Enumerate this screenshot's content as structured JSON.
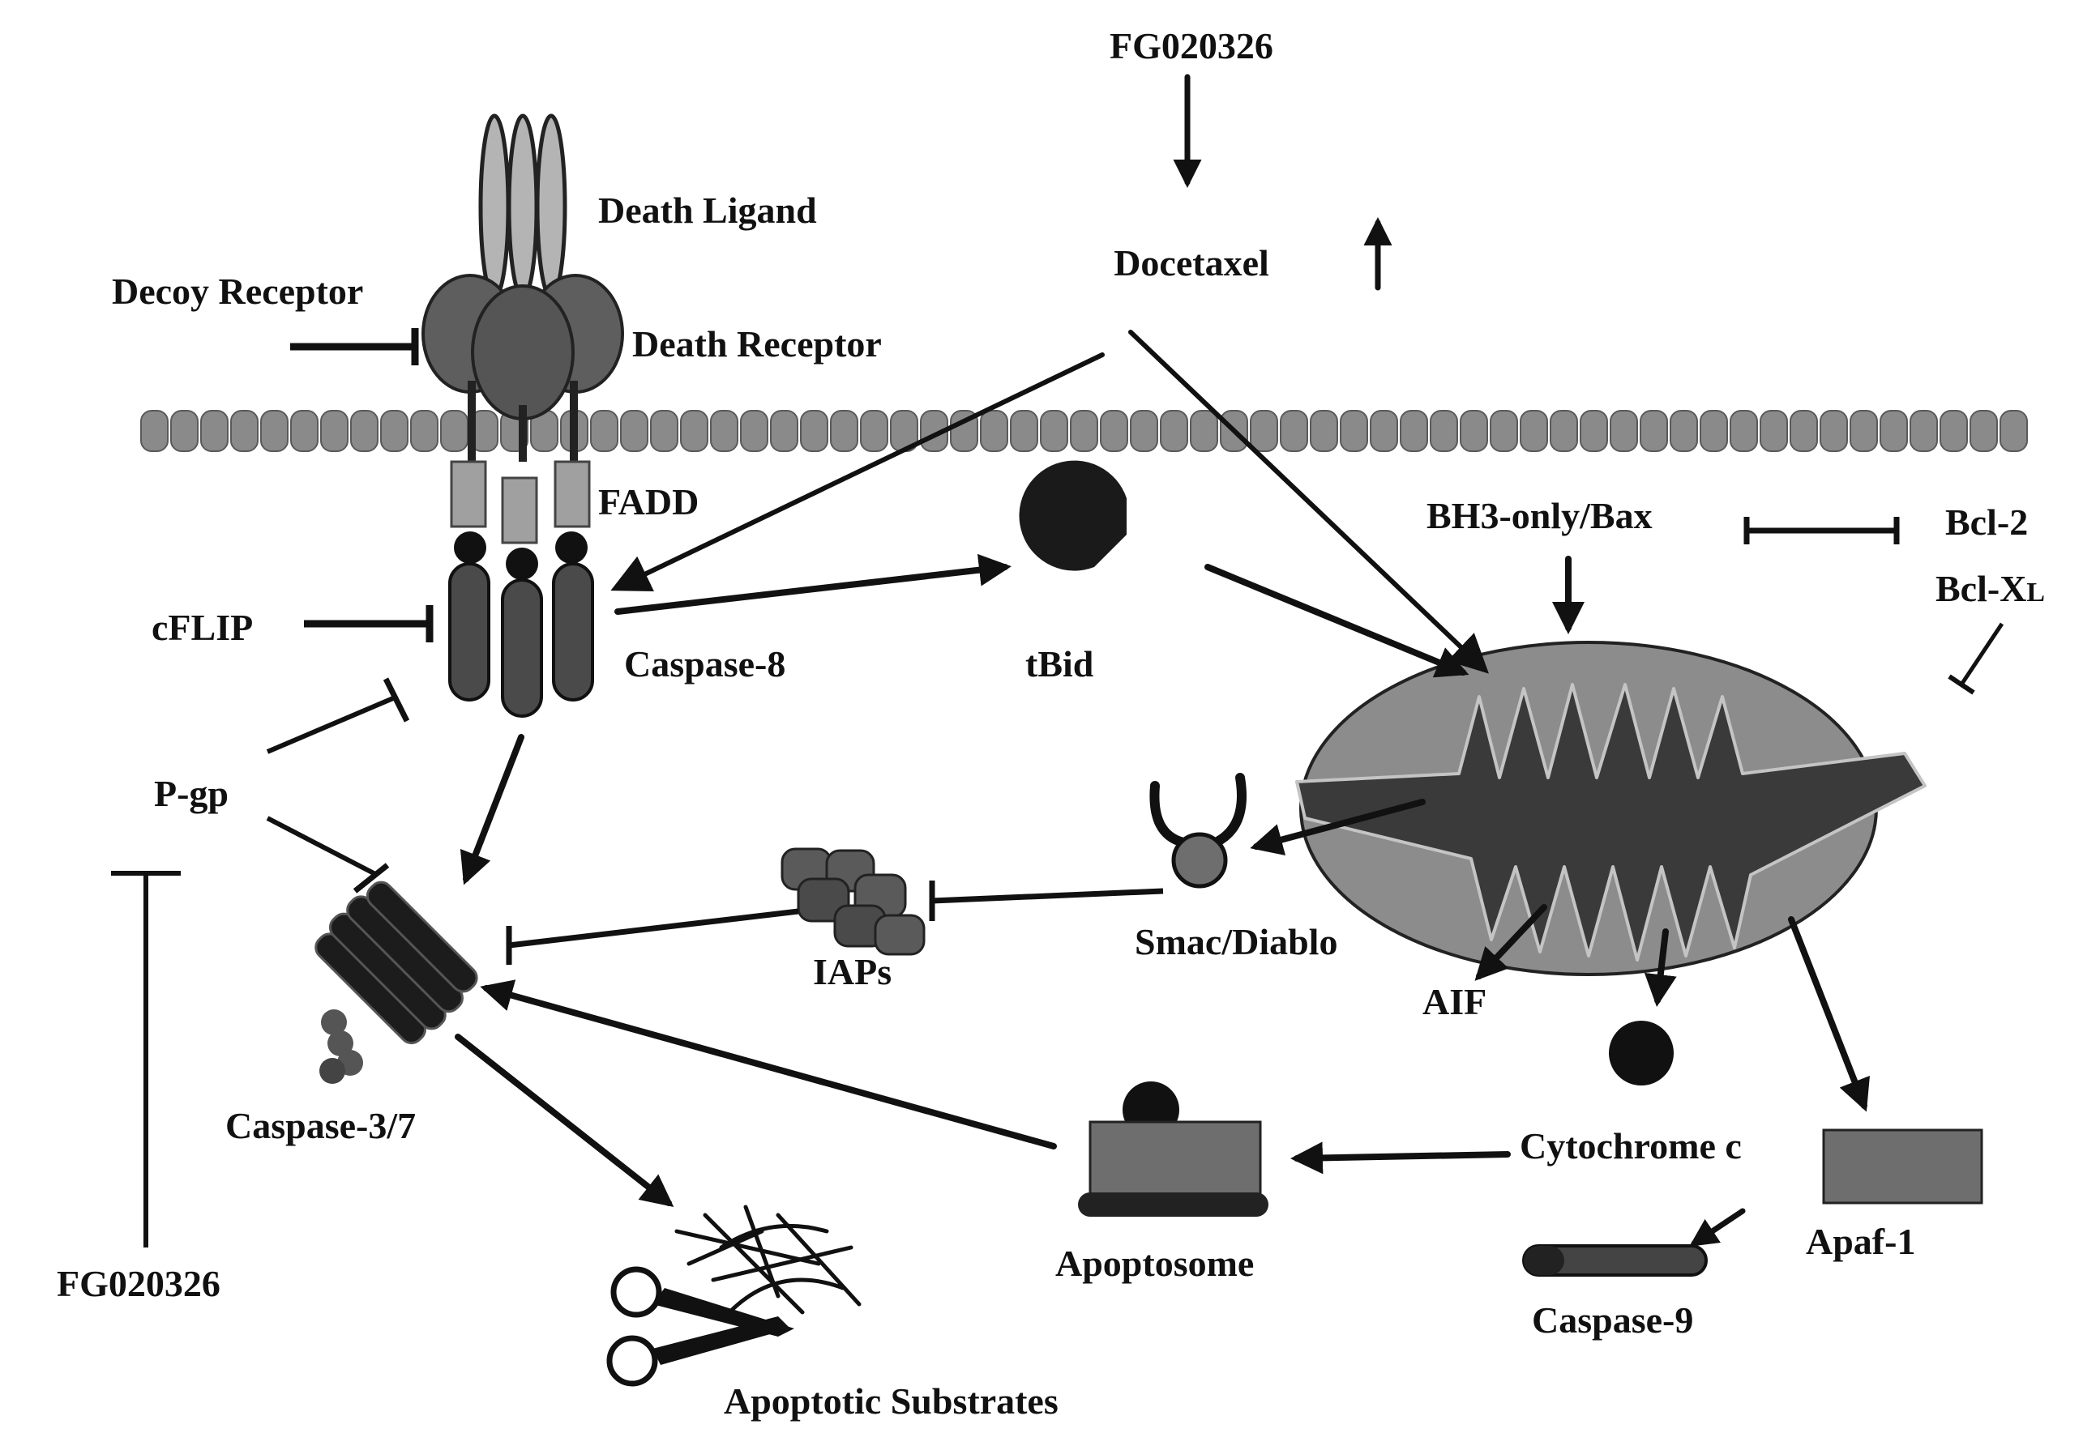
{
  "labels": {
    "fg_top": "FG020326",
    "docetaxel": "Docetaxel",
    "death_ligand": "Death Ligand",
    "decoy_receptor": "Decoy Receptor",
    "death_receptor": "Death Receptor",
    "fadd": "FADD",
    "cflip": "cFLIP",
    "caspase8": "Caspase-8",
    "tbid": "tBid",
    "pgp": "P-gp",
    "bh3": "BH3-only/Bax",
    "bcl2": "Bcl-2",
    "bclxl_main": "Bcl-X",
    "bclxl_sub": "L",
    "smac": "Smac/Diablo",
    "iaps": "IAPs",
    "aif": "AIF",
    "caspase37": "Caspase-3/7",
    "cytochrome": "Cytochrome c",
    "apaf1": "Apaf-1",
    "apoptosome": "Apoptosome",
    "caspase9": "Caspase-9",
    "substrates": "Apoptotic Substrates",
    "fg_bottom": "FG020326"
  },
  "colors": {
    "ink": "#111111",
    "dark": "#1c1c1c",
    "mid_gray": "#6e6e6e",
    "light_gray": "#a8a8a8",
    "membrane": "#8a8a8a",
    "mito_outer": "#8c8c8c",
    "mito_inner": "#3a3a3a"
  },
  "icons": [
    "up-arrow-icon",
    "scissors-icon",
    "mitochondrion-icon",
    "caspase-complex-icon"
  ]
}
